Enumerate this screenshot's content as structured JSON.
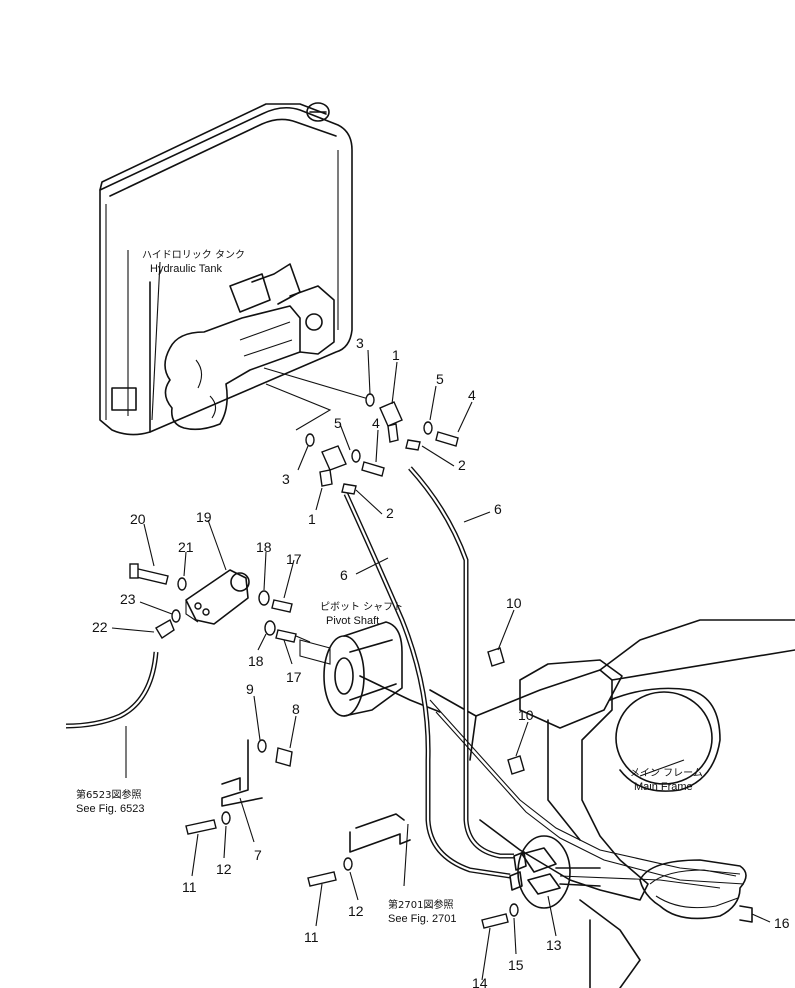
{
  "labels": {
    "hydraulic_tank_jp": "ハイドロリック タンク",
    "hydraulic_tank_en": "Hydraulic Tank",
    "pivot_shaft_jp": "ピボット シャフト",
    "pivot_shaft_en": "Pivot Shaft",
    "main_frame_jp": "メイン フレーム",
    "main_frame_en": "Main Frame",
    "ref_6523_jp": "第6523図参照",
    "ref_6523_en": "See Fig. 6523",
    "ref_2701_jp": "第2701図参照",
    "ref_2701_en": "See Fig. 2701"
  },
  "part_numbers": {
    "p1a": "1",
    "p1b": "1",
    "p2a": "2",
    "p2b": "2",
    "p3a": "3",
    "p3b": "3",
    "p4a": "4",
    "p4b": "4",
    "p5a": "5",
    "p5b": "5",
    "p6a": "6",
    "p6b": "6",
    "p7": "7",
    "p8": "8",
    "p9": "9",
    "p10a": "10",
    "p10b": "10",
    "p11a": "11",
    "p11b": "11",
    "p12a": "12",
    "p12b": "12",
    "p13": "13",
    "p14": "14",
    "p15": "15",
    "p16": "16",
    "p17a": "17",
    "p17b": "17",
    "p18a": "18",
    "p18b": "18",
    "p19": "19",
    "p20": "20",
    "p21": "21",
    "p22": "22",
    "p23": "23"
  }
}
